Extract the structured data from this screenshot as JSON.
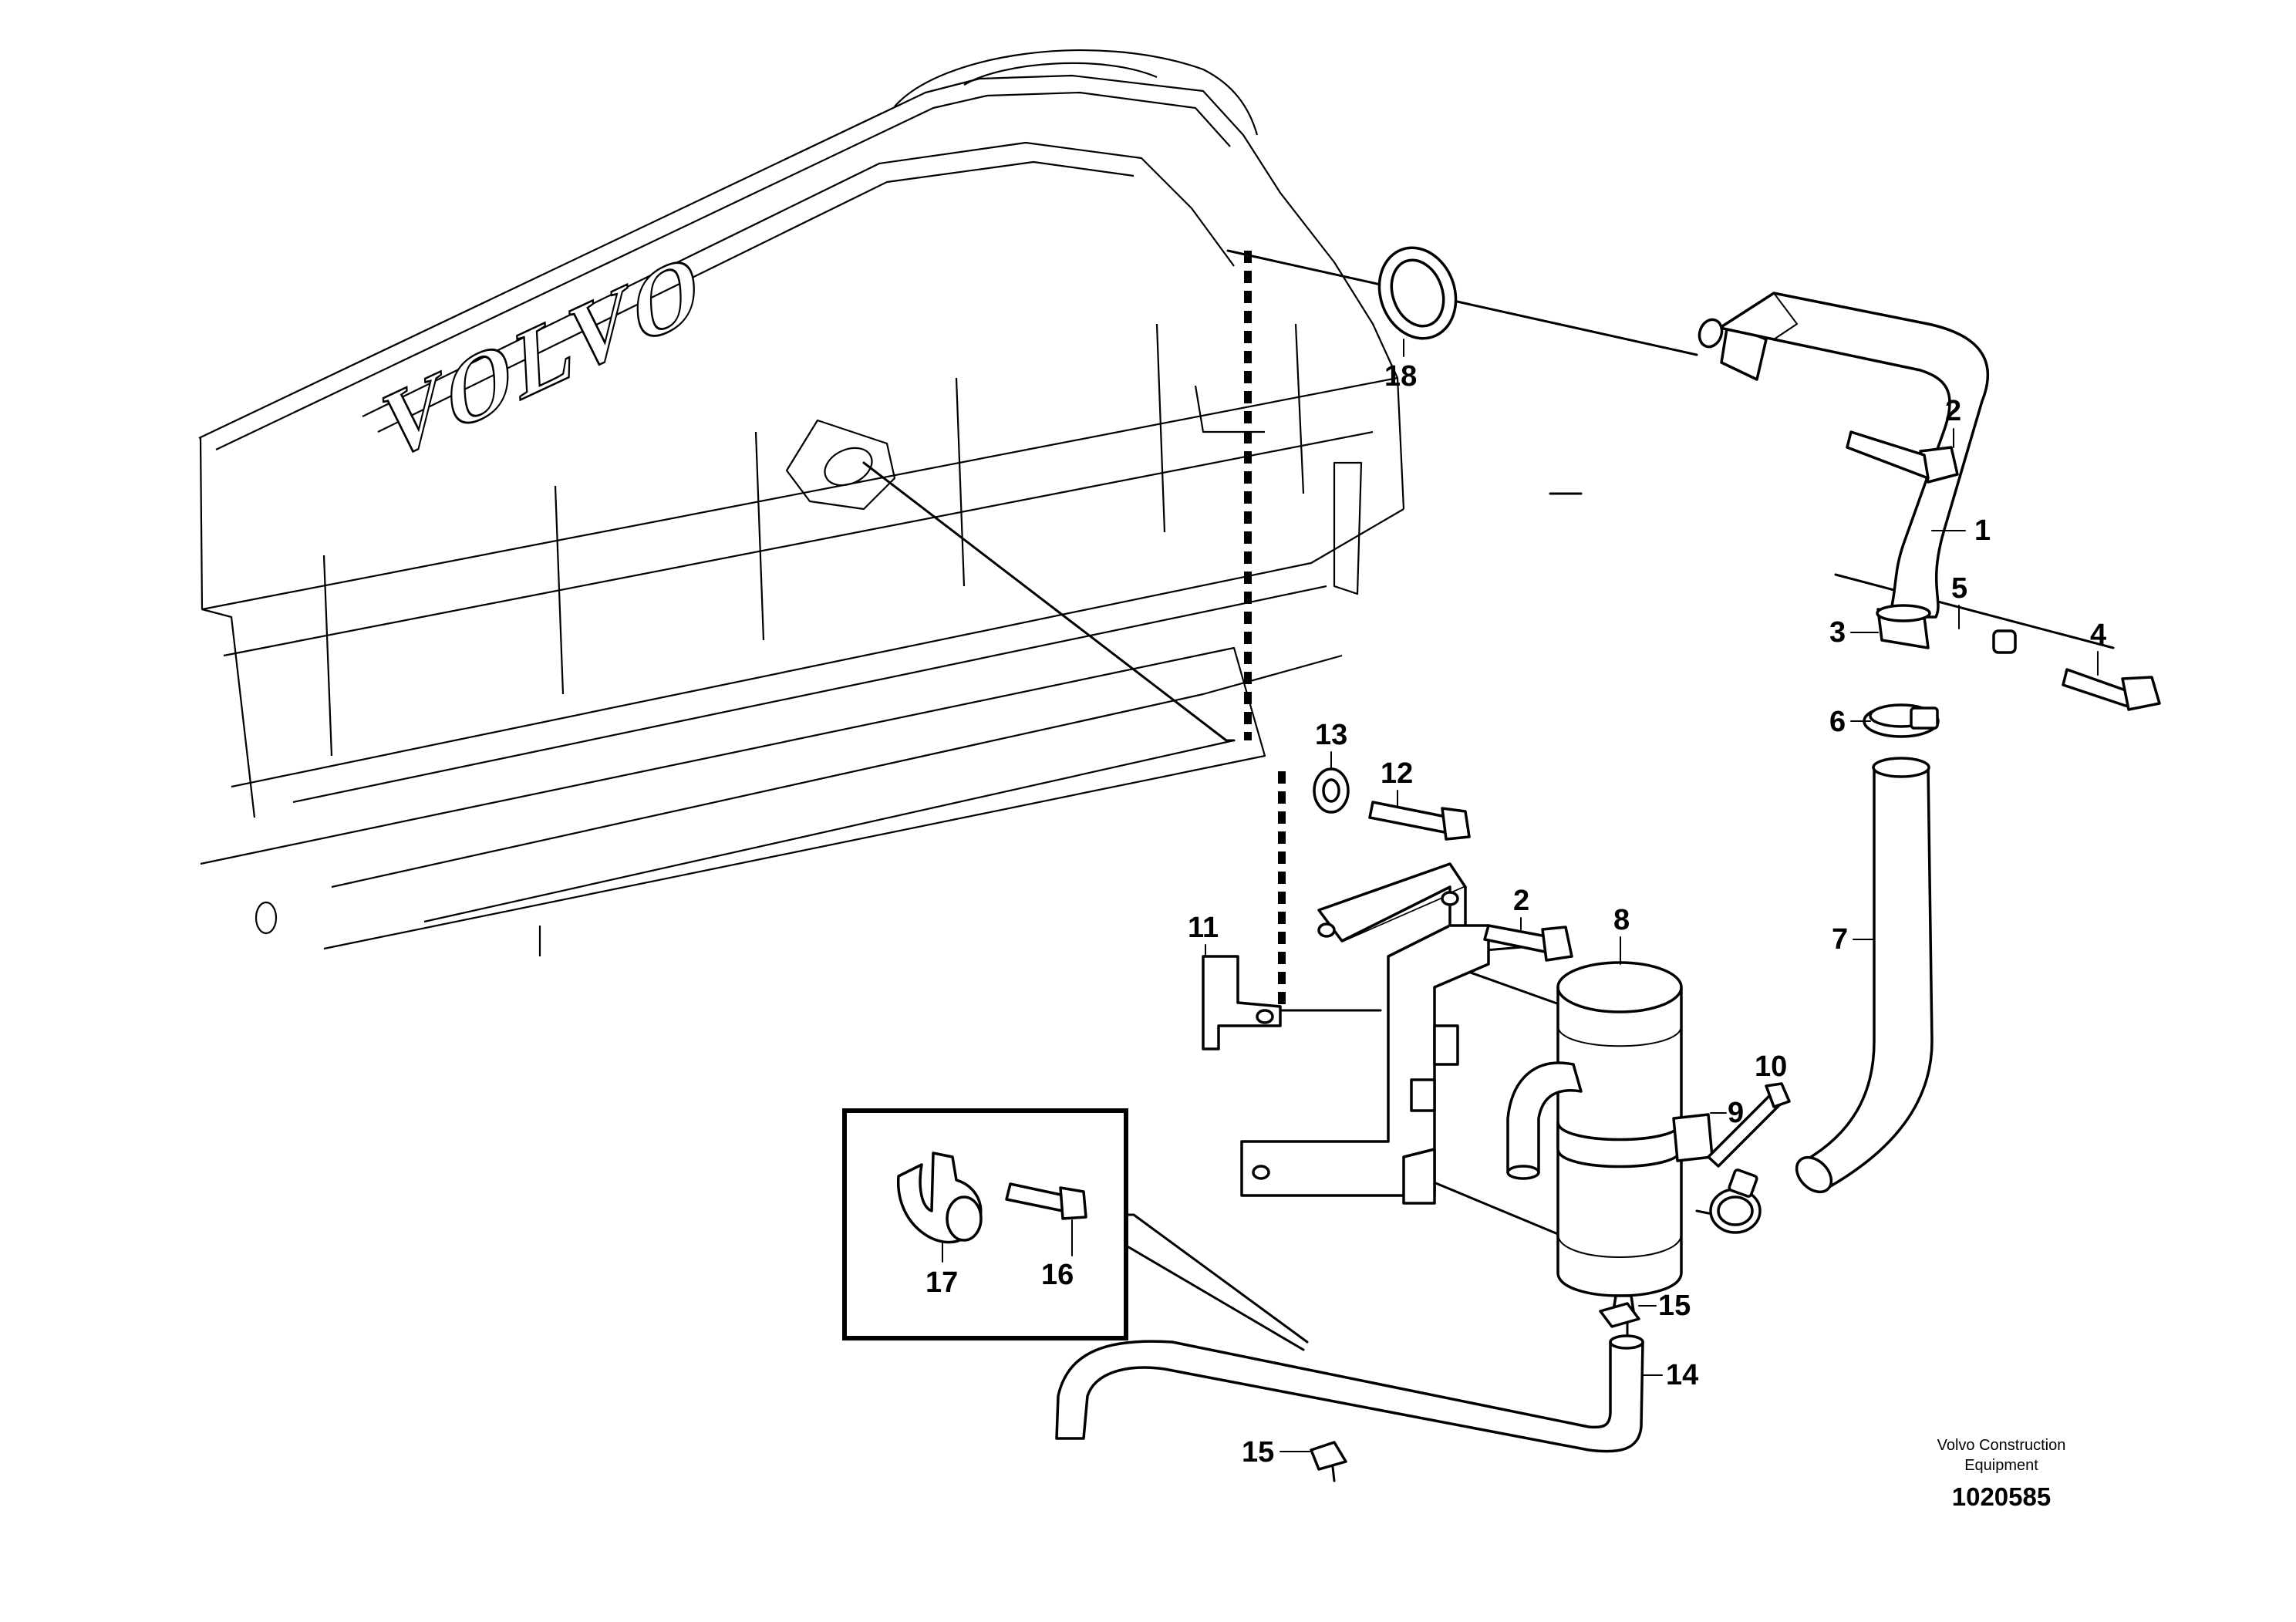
{
  "engine_logo": "VOLVO",
  "callouts": [
    "1",
    "2",
    "3",
    "4",
    "5",
    "6",
    "7",
    "8",
    "9",
    "10",
    "11",
    "12",
    "13",
    "14",
    "15",
    "16",
    "17",
    "18"
  ],
  "callout_2_second": "2",
  "callout_15_second": "15",
  "footer": {
    "company_line1": "Volvo Construction",
    "company_line2": "Equipment",
    "drawing_number": "1020585"
  }
}
